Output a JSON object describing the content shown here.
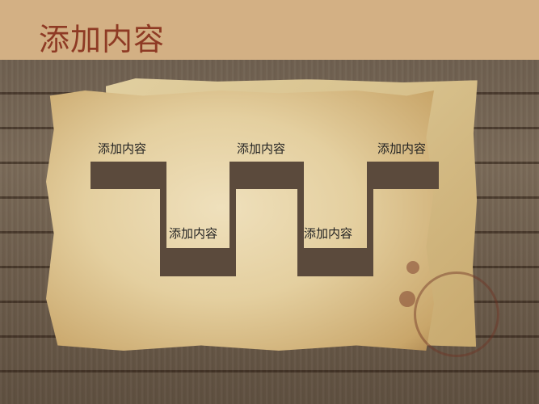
{
  "title": "添加内容",
  "steps": [
    {
      "label": "添加内容",
      "position": "top"
    },
    {
      "label": "添加内容",
      "position": "bottom"
    },
    {
      "label": "添加内容",
      "position": "top"
    },
    {
      "label": "添加内容",
      "position": "bottom"
    },
    {
      "label": "添加内容",
      "position": "top"
    }
  ],
  "colors": {
    "title": "#8e3a24",
    "path": "#5b4a3c",
    "header": "#d3b084"
  }
}
